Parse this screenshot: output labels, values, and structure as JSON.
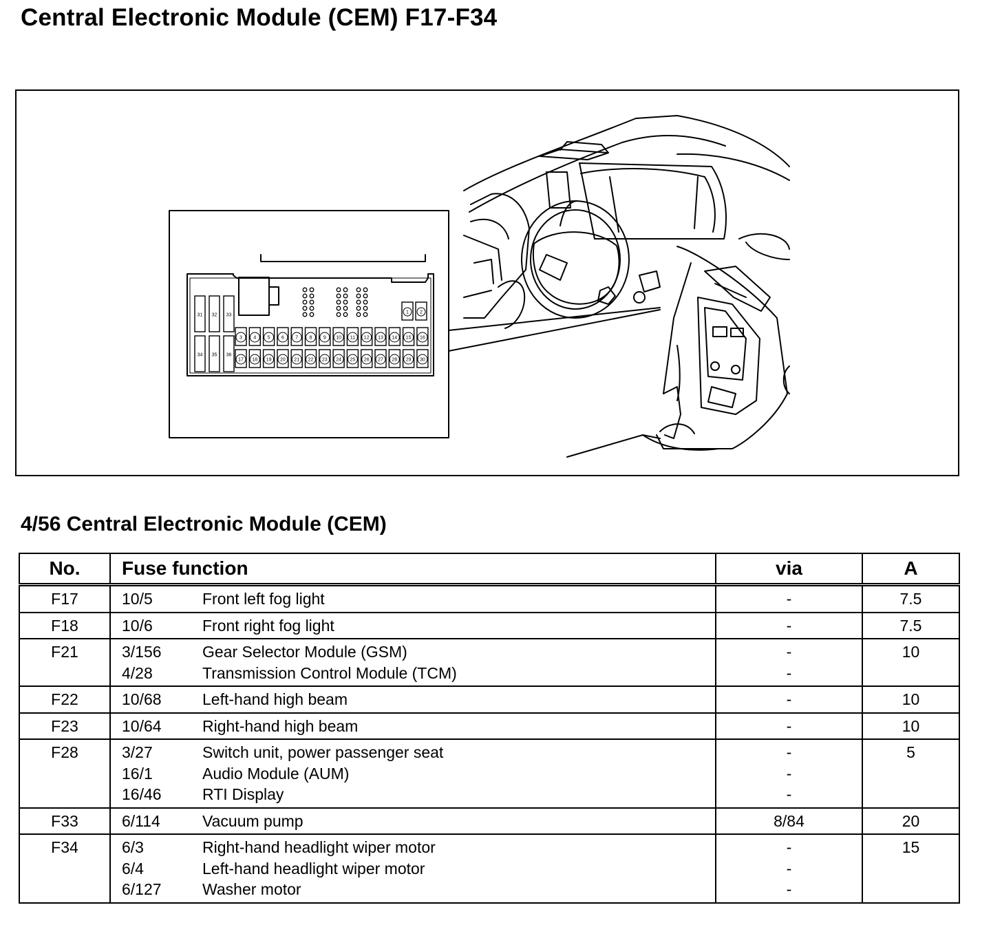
{
  "title": "Central Electronic Module (CEM) F17-F34",
  "subtitle": "4/56 Central Electronic Module (CEM)",
  "diagram": {
    "fuse_top_small": [
      "1",
      "2"
    ],
    "fuse_relay_large": [
      "31",
      "32",
      "33",
      "34",
      "35",
      "36"
    ],
    "fuse_row_upper": [
      "3",
      "4",
      "5",
      "6",
      "7",
      "8",
      "9",
      "10",
      "11",
      "12",
      "13",
      "14",
      "15",
      "16"
    ],
    "fuse_row_lower": [
      "17",
      "18",
      "19",
      "20",
      "21",
      "22",
      "23",
      "24",
      "25",
      "26",
      "27",
      "28",
      "29",
      "30"
    ]
  },
  "table": {
    "headers": {
      "no": "No.",
      "function": "Fuse function",
      "via": "via",
      "amp": "A"
    },
    "rows": [
      {
        "no": "F17",
        "amp": "7.5",
        "items": [
          {
            "code": "10/5",
            "desc": "Front left fog light",
            "via": "-"
          }
        ]
      },
      {
        "no": "F18",
        "amp": "7.5",
        "items": [
          {
            "code": "10/6",
            "desc": "Front right fog light",
            "via": "-"
          }
        ]
      },
      {
        "no": "F21",
        "amp": "10",
        "items": [
          {
            "code": "3/156",
            "desc": "Gear Selector Module (GSM)",
            "via": "-"
          },
          {
            "code": "4/28",
            "desc": "Transmission Control Module (TCM)",
            "via": "-"
          }
        ]
      },
      {
        "no": "F22",
        "amp": "10",
        "items": [
          {
            "code": "10/68",
            "desc": "Left-hand high beam",
            "via": "-"
          }
        ]
      },
      {
        "no": "F23",
        "amp": "10",
        "items": [
          {
            "code": "10/64",
            "desc": "Right-hand high beam",
            "via": "-"
          }
        ]
      },
      {
        "no": "F28",
        "amp": "5",
        "items": [
          {
            "code": "3/27",
            "desc": "Switch unit, power passenger seat",
            "via": "-"
          },
          {
            "code": "16/1",
            "desc": "Audio Module (AUM)",
            "via": "-"
          },
          {
            "code": "16/46",
            "desc": "RTI Display",
            "via": "-"
          }
        ]
      },
      {
        "no": "F33",
        "amp": "20",
        "items": [
          {
            "code": "6/114",
            "desc": "Vacuum pump",
            "via": "8/84"
          }
        ]
      },
      {
        "no": "F34",
        "amp": "15",
        "items": [
          {
            "code": "6/3",
            "desc": "Right-hand headlight wiper motor",
            "via": "-"
          },
          {
            "code": "6/4",
            "desc": "Left-hand headlight wiper motor",
            "via": "-"
          },
          {
            "code": "6/127",
            "desc": "Washer motor",
            "via": "-"
          }
        ]
      }
    ]
  }
}
